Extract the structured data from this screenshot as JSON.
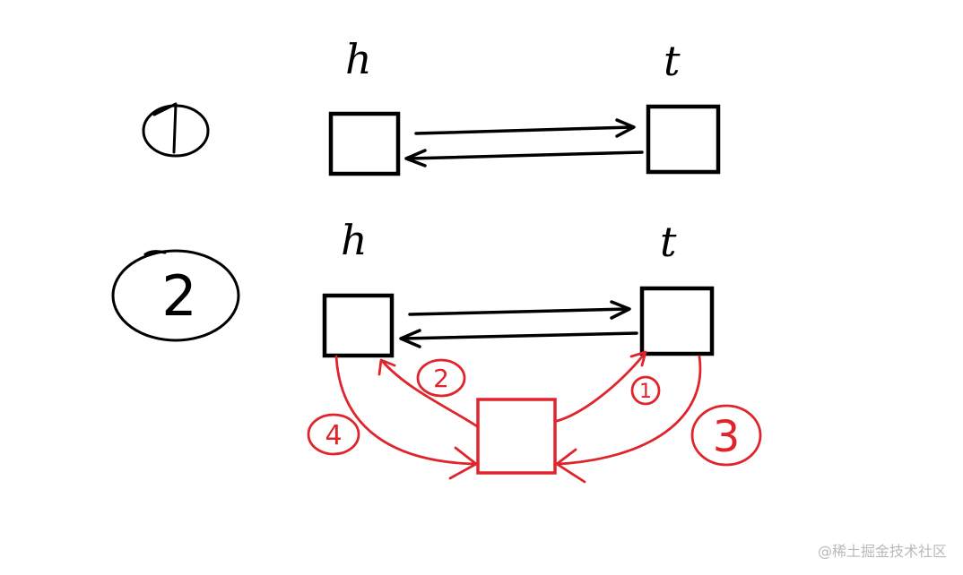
{
  "diagram": {
    "colors": {
      "ink": "#000000",
      "pen": "#e0242b",
      "watermark": "#b9b9b9"
    },
    "step1": {
      "number": "1",
      "head_label": "h",
      "tail_label": "t"
    },
    "step2": {
      "number": "2",
      "head_label": "h",
      "tail_label": "t",
      "red_steps": [
        "1",
        "2",
        "3",
        "4"
      ]
    },
    "watermark": "@稀土掘金技术社区"
  }
}
